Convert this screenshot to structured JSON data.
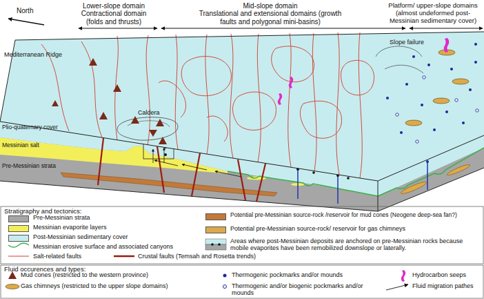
{
  "diagram": {
    "labels": [
      "North",
      "Lower-slope domain",
      "Contractional domain (folds and thrusts)",
      "Mid-slope domain",
      "Translational and extensional domains (growth faults and polygonal mini-basins)",
      "Platform/ upper-slope domains (almost undeformed post-Messinian sedimentary cover)",
      "Mediterranean Ridge",
      "Caldera",
      "Slope failure",
      "Plio-quaternary cover",
      "Messinian salt",
      "Pre-Messinian strata",
      "Stratigraphy and tectonics:",
      "Fluid occurences and types:"
    ],
    "legend": [
      {
        "text": "Pre-Messinian strata",
        "color": "#a6a6a6"
      },
      {
        "text": "Messinian evaporite layers",
        "color": "#f3ef5b"
      },
      {
        "text": "Post-Messinian sedimentary cover",
        "color": "#c7ecef"
      },
      {
        "text": "Messinian erosive surface and associated canyons"
      },
      {
        "text": "Salt-related faults"
      },
      {
        "text": "Crustal faults (Temsah and Rosetta trends)"
      },
      {
        "text": "Potential pre-Messinian source-rock /reservoir for mud cones (Neogene deep-sea fan?)",
        "color": "#c27a3a"
      },
      {
        "text": "Potential pre-Messinian source-rock/ reservoir for gas chimneys",
        "color": "#dcaa4c"
      },
      {
        "text": "Areas where post-Messinian deposits are anchored on pre-Messinian rocks because mobile evaporites have been remobilized downslope or laterally."
      },
      {
        "text": "Mud cones (restricted to the western province)"
      },
      {
        "text": "Gas chimneys (restricted to the upper slope domains)"
      },
      {
        "text": "Thermogenic pockmarks and/or mounds"
      },
      {
        "text": "Thermogenic and/or biogenic pockmarks and/or mounds"
      },
      {
        "text": "Hydrocarbon seeps"
      },
      {
        "text": "Fluid migration pathes"
      }
    ]
  }
}
